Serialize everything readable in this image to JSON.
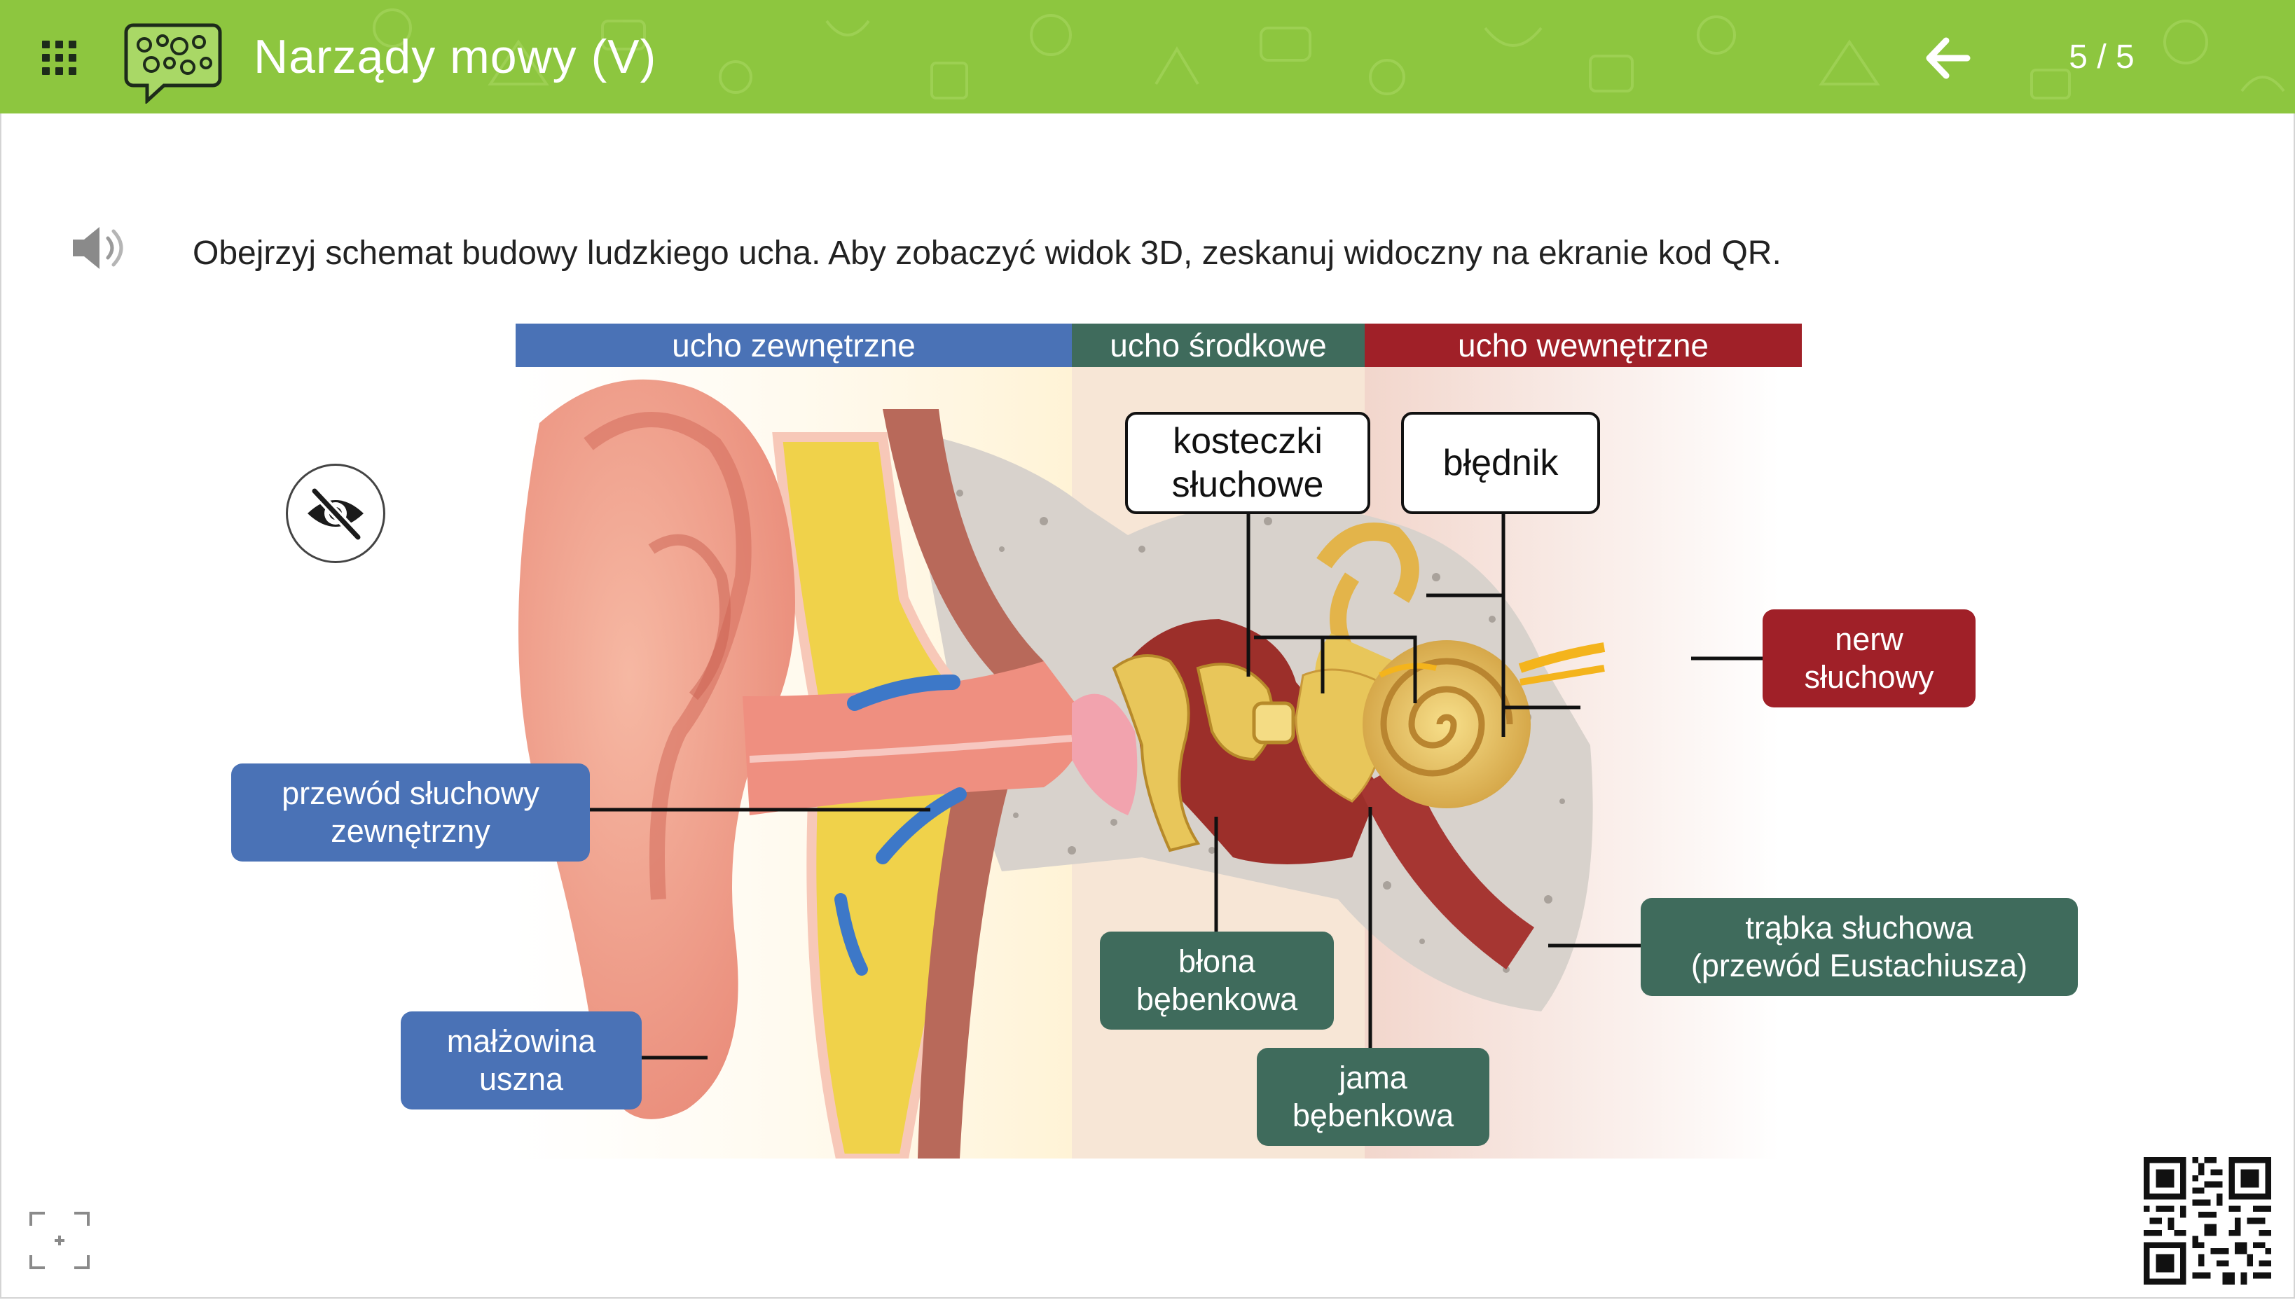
{
  "header": {
    "title": "Narządy mowy (V)",
    "page_indicator": "5 / 5",
    "background_color": "#8dc63f",
    "icons": [
      "apps-grid-icon",
      "speech-bubble-logo-icon",
      "arrow-left-icon"
    ]
  },
  "instruction": {
    "text": "Obejrzyj schemat budowy ludzkiego ucha. Aby zobaczyć widok 3D, zeskanuj  widoczny na ekranie kod QR.",
    "icon": "speaker-icon"
  },
  "controls": {
    "hide_labels_icon": "eye-off-icon",
    "qr_icon": "qr-code-icon",
    "fullscreen_icon": "fullscreen-icon"
  },
  "sections": [
    {
      "label": "ucho zewnętrzne",
      "color": "#4a72b6"
    },
    {
      "label": "ucho środkowe",
      "color": "#3f6b5c"
    },
    {
      "label": "ucho wewnętrzne",
      "color": "#a02028"
    }
  ],
  "labels": {
    "kosteczki": {
      "line1": "kosteczki",
      "line2": "słuchowe"
    },
    "bladnik": {
      "line1": "błędnik"
    },
    "nerw": {
      "line1": "nerw",
      "line2": "słuchowy"
    },
    "przewod": {
      "line1": "przewód słuchowy",
      "line2": "zewnętrzny"
    },
    "malzowina": {
      "line1": "małżowina",
      "line2": "uszna"
    },
    "blona": {
      "line1": "błona",
      "line2": "bębenkowa"
    },
    "jama": {
      "line1": "jama",
      "line2": "bębenkowa"
    },
    "trabka": {
      "line1": "trąbka słuchowa",
      "line2": "(przewód Eustachiusza)"
    }
  }
}
